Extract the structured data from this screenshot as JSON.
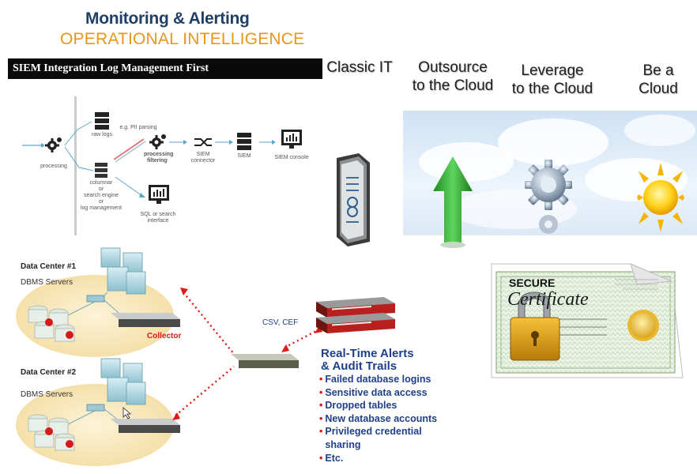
{
  "header": {
    "title_line1": "Monitoring & Alerting",
    "title_line2": "OPERATIONAL INTELLIGENCE",
    "banner": "SIEM Integration Log Management First"
  },
  "stages": [
    {
      "line1": "Classic IT",
      "line2": ""
    },
    {
      "line1": "Outsource",
      "line2": "to the Cloud"
    },
    {
      "line1": "Leverage",
      "line2": "to the Cloud"
    },
    {
      "line1": "Be a",
      "line2": "Cloud"
    }
  ],
  "flow": {
    "processing": "processing",
    "raw_logs": "raw logs",
    "pii_note": "e.g. PII parsing",
    "processing_filtering_1": "processing",
    "processing_filtering_2": "filtering",
    "siem_connector_1": "SIEM",
    "siem_connector_2": "connector",
    "siem": "SIEM",
    "siem_console": "SIEM console",
    "columnar_1": "columnar",
    "columnar_2": "or",
    "columnar_3": "search engine",
    "columnar_4": "or",
    "columnar_5": "log management",
    "sql_1": "SQL or search",
    "sql_2": "interface"
  },
  "datacenters": [
    {
      "title": "Data Center #1",
      "subtitle": "DBMS Servers"
    },
    {
      "title": "Data Center #2",
      "subtitle": "DBMS Servers"
    }
  ],
  "collector_label": "Collector",
  "csv_label": "CSV, CEF",
  "alerts": {
    "title_line1": "Real-Time Alerts",
    "title_line2": "& Audit Trails",
    "items": [
      "Failed database logins",
      "Sensitive data access",
      "Dropped tables",
      "New database accounts",
      "Privileged credential",
      "sharing",
      "Etc."
    ]
  },
  "certificate": {
    "secure": "SECURE",
    "word": "Certificate"
  },
  "colors": {
    "title_blue": "#1f3f66",
    "title_orange": "#e8961a",
    "alert_blue": "#1f3f8a",
    "alert_red": "#d81a1a"
  }
}
